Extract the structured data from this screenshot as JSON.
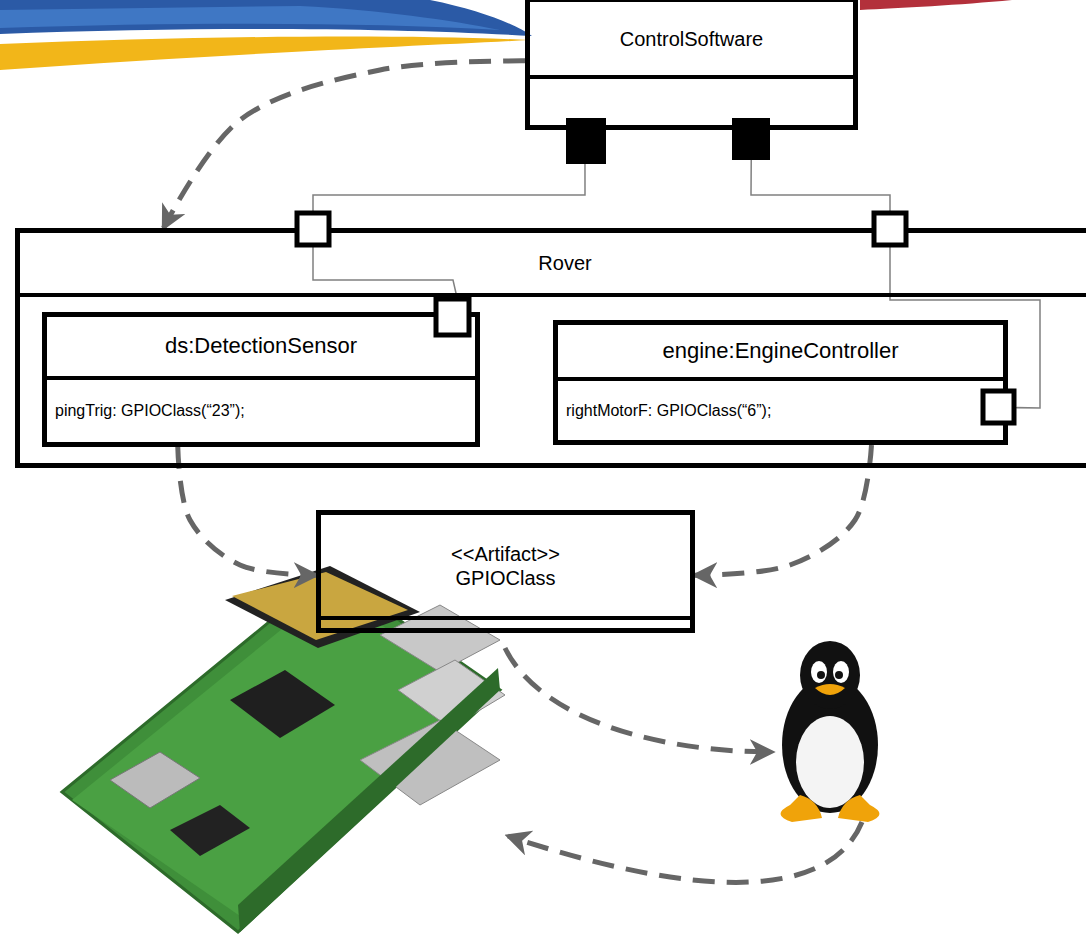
{
  "diagram": {
    "nodes": [
      {
        "text": [
          "ControlSoftware"
        ]
      },
      {
        "text": [
          "Rover"
        ]
      },
      {
        "text": [
          "ds:DetectionSensor",
          "pingTrig: GPIOClass(“23”);"
        ],
        "in": 1
      },
      {
        "text": [
          "engine:EngineController",
          "rightMotorF: GPIOClass(“6”);"
        ],
        "in": 1
      },
      {
        "text": [
          "<<Artifact>>",
          "GPIOClass"
        ]
      }
    ],
    "edges": [
      {
        "from": 0,
        "to": 1,
        "arrow": "to"
      },
      {
        "from": 0,
        "to": 2,
        "arrow": "none"
      },
      {
        "from": 0,
        "to": 3,
        "arrow": "none"
      },
      {
        "from": 2,
        "to": 4,
        "arrow": "to"
      },
      {
        "from": 3,
        "to": 4,
        "arrow": "to"
      }
    ]
  }
}
